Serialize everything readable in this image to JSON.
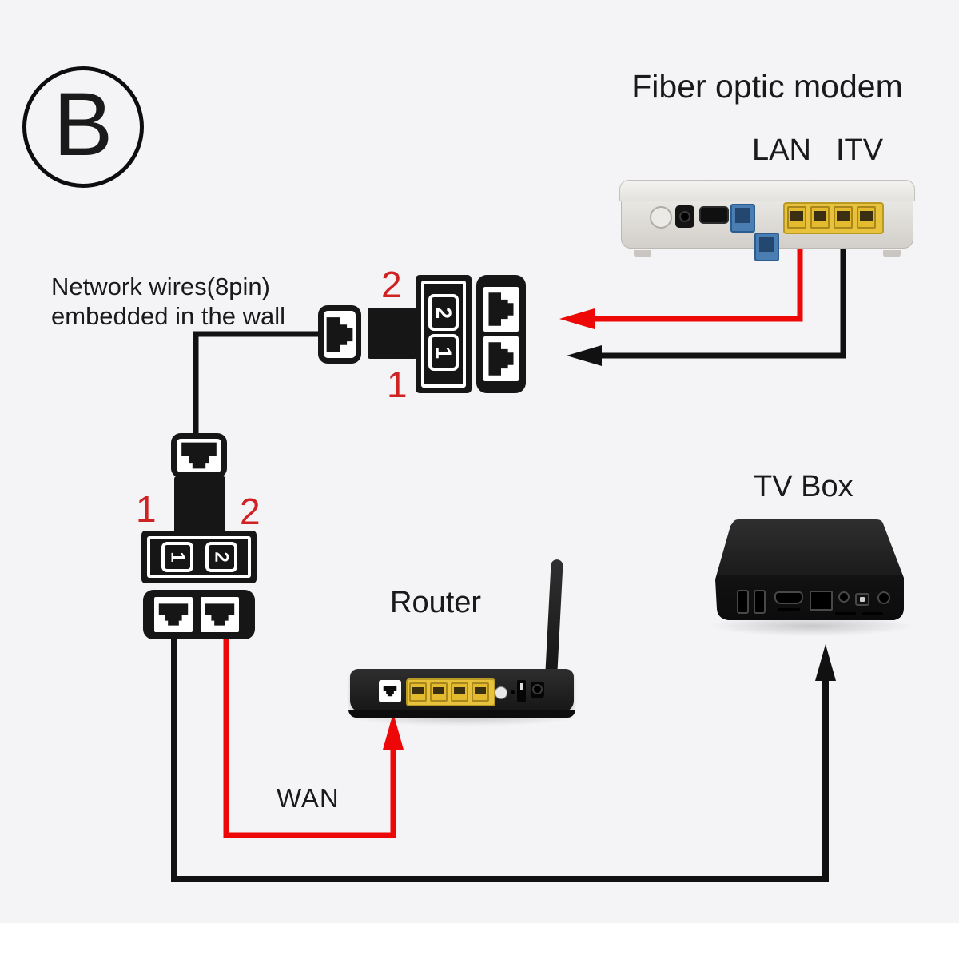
{
  "badge": {
    "label": "B"
  },
  "modem": {
    "title": "Fiber optic modem",
    "lan_label": "LAN",
    "itv_label": "ITV"
  },
  "wall_note": {
    "line1": "Network wires(8pin)",
    "line2": "embedded in the wall"
  },
  "splitter_a": {
    "label_2": "2",
    "label_1": "1",
    "box_2": "2",
    "box_1": "1"
  },
  "splitter_b": {
    "label_1": "1",
    "label_2": "2",
    "box_1": "1",
    "box_2": "2"
  },
  "router": {
    "title": "Router"
  },
  "tvbox": {
    "title": "TV Box"
  },
  "wan": {
    "label": "WAN"
  },
  "colors": {
    "bg": "#f4f4f7",
    "wire_red": "#ee0707",
    "label_red": "#cf2323",
    "wire_black": "#111111",
    "device_dark": "#161616",
    "port_yellow": "#e8c23a",
    "port_blue": "#4a7db2",
    "modem_body": "#dcdad6"
  }
}
